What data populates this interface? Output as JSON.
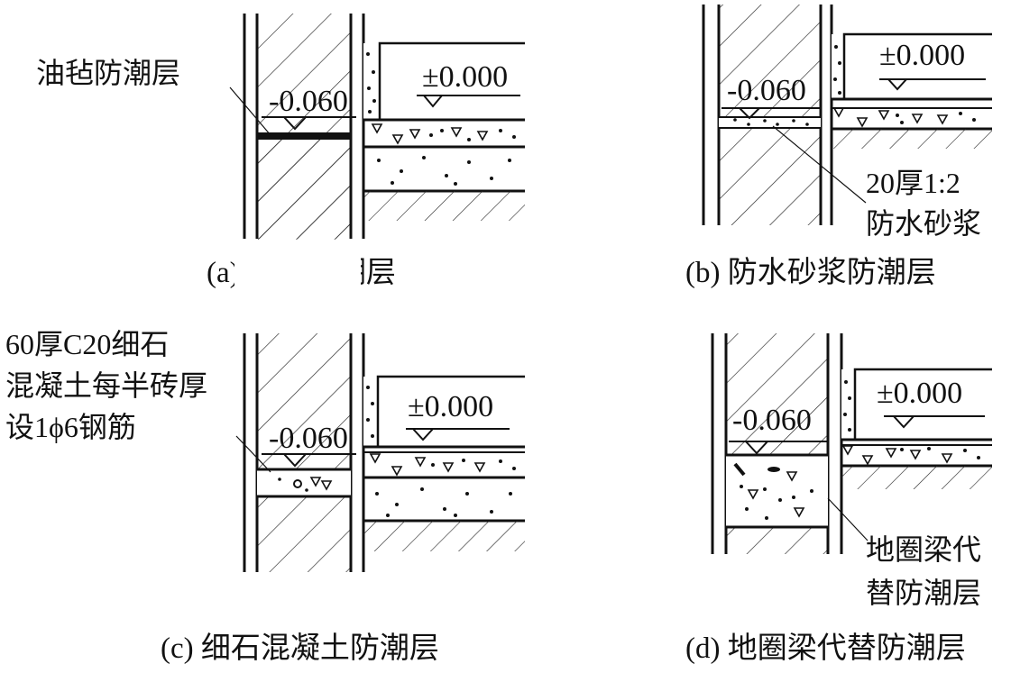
{
  "panels": [
    {
      "id": "a",
      "caption": "(a) 油毡防潮层",
      "floor_level": "±0.000",
      "dpc_level": "-0.060",
      "note_lines": [
        "油毡防潮层"
      ]
    },
    {
      "id": "b",
      "caption": "(b) 防水砂浆防潮层",
      "floor_level": "±0.000",
      "dpc_level": "-0.060",
      "note_lines": [
        "20厚1:2",
        "防水砂浆"
      ]
    },
    {
      "id": "c",
      "caption": "(c) 细石混凝土防潮层",
      "floor_level": "±0.000",
      "dpc_level": "-0.060",
      "note_lines": [
        "60厚C20细石",
        "混凝土每半砖厚",
        "设1ϕ6钢筋"
      ]
    },
    {
      "id": "d",
      "caption": "(d) 地圈梁代替防潮层",
      "floor_level": "±0.000",
      "dpc_level": "-0.060",
      "note_lines": [
        "地圈梁代",
        "替防潮层"
      ]
    }
  ]
}
